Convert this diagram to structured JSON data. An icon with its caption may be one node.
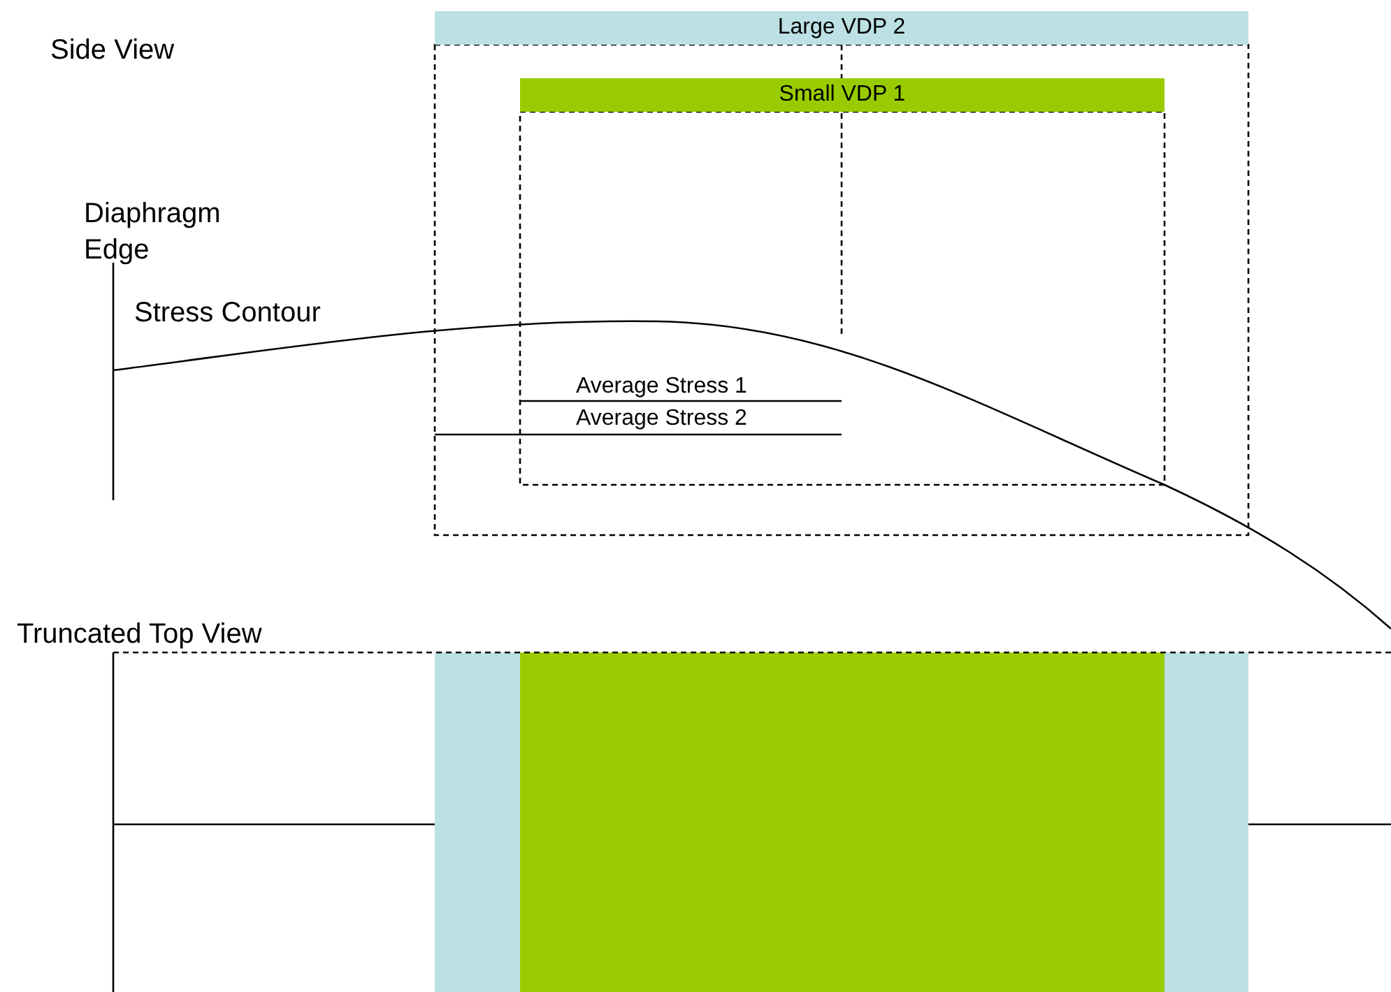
{
  "diagram": {
    "nodes": [
      {
        "text": [
          "Large VDP 2"
        ]
      },
      {
        "text": [
          "Small VDP 1"
        ]
      }
    ],
    "labels": [
      "Side View",
      "Diaphragm Edge",
      "Stress Contour",
      "Average Stress 1",
      "Average Stress 2",
      "Truncated Top View"
    ]
  }
}
